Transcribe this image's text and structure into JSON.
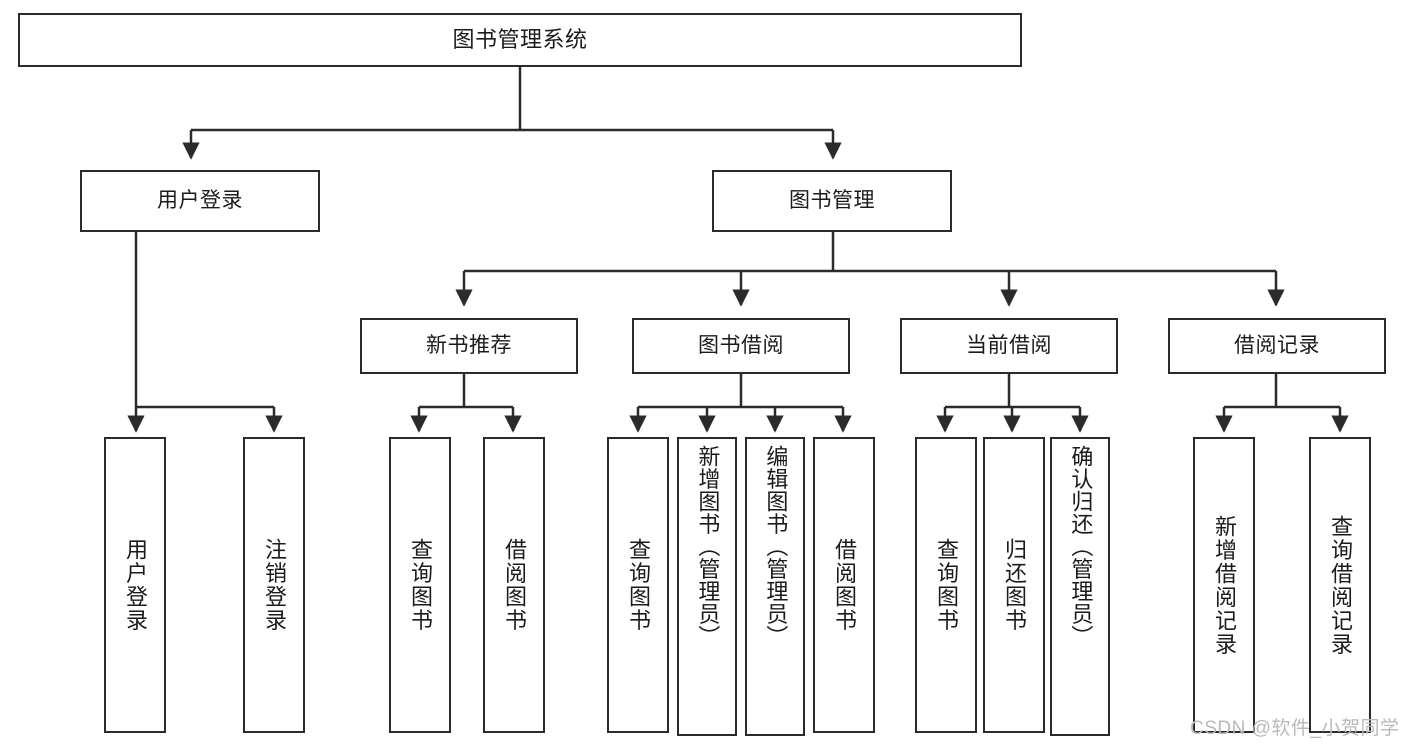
{
  "diagram": {
    "title": "图书管理系统",
    "type": "tree-hierarchy",
    "watermark": "CSDN @软件_小贺同学",
    "colors": {
      "stroke": "#2b2b2b",
      "fill": "#ffffff",
      "text": "#1b1b1b",
      "watermark": "#b9b9b9"
    },
    "nodes": {
      "root": {
        "label": "图书管理系统"
      },
      "level2": [
        {
          "id": "user_login",
          "label": "用户登录"
        },
        {
          "id": "book_mgmt",
          "label": "图书管理"
        }
      ],
      "level3": [
        {
          "id": "new_book_rec",
          "label": "新书推荐"
        },
        {
          "id": "book_borrow",
          "label": "图书借阅"
        },
        {
          "id": "current_borrow",
          "label": "当前借阅"
        },
        {
          "id": "borrow_record",
          "label": "借阅记录"
        }
      ],
      "leaves": {
        "user_login": [
          {
            "id": "leaf_user_login",
            "label": "用户登录"
          },
          {
            "id": "leaf_logout",
            "label": "注销登录"
          }
        ],
        "new_book_rec": [
          {
            "id": "leaf_query_book_1",
            "label": "查询图书"
          },
          {
            "id": "leaf_borrow_book_1",
            "label": "借阅图书"
          }
        ],
        "book_borrow": [
          {
            "id": "leaf_query_book_2",
            "label": "查询图书"
          },
          {
            "id": "leaf_add_book",
            "label": "新增图书（管理员）"
          },
          {
            "id": "leaf_edit_book",
            "label": "编辑图书（管理员）"
          },
          {
            "id": "leaf_borrow_book_2",
            "label": "借阅图书"
          }
        ],
        "current_borrow": [
          {
            "id": "leaf_query_book_3",
            "label": "查询图书"
          },
          {
            "id": "leaf_return_book",
            "label": "归还图书"
          },
          {
            "id": "leaf_confirm_return",
            "label": "确认归还（管理员）"
          }
        ],
        "borrow_record": [
          {
            "id": "leaf_add_record",
            "label": "新增借阅记录"
          },
          {
            "id": "leaf_query_record",
            "label": "查询借阅记录"
          }
        ]
      }
    }
  }
}
